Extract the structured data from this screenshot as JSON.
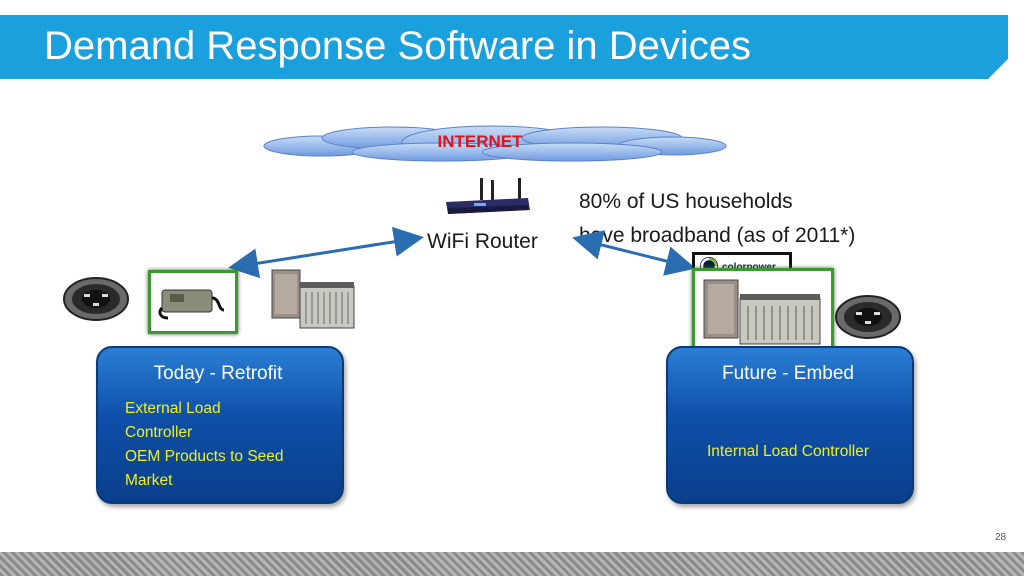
{
  "page": {
    "title": "Demand Response Software in Devices",
    "page_number": "28"
  },
  "internet": {
    "label": "INTERNET"
  },
  "router": {
    "label": "WiFi Router"
  },
  "stat": {
    "line1": "80% of US households",
    "line2": "have broadband (as of 2011*)"
  },
  "colorpower_logo": {
    "text": "colorpower"
  },
  "today_box": {
    "title": "Today - Retrofit",
    "lines": [
      "External Load",
      "Controller",
      "OEM Products to Seed",
      "Market"
    ]
  },
  "future_box": {
    "title": "Future - Embed",
    "lines": [
      "Internal Load Controller"
    ]
  },
  "colors": {
    "title_bar": "#1aa0dc",
    "box_fill": "#0e4fa8",
    "box_text": "#f0f020",
    "internet_label": "#e0131a",
    "highlight_frame": "#3a9a2e",
    "arrow": "#2a6db0"
  }
}
